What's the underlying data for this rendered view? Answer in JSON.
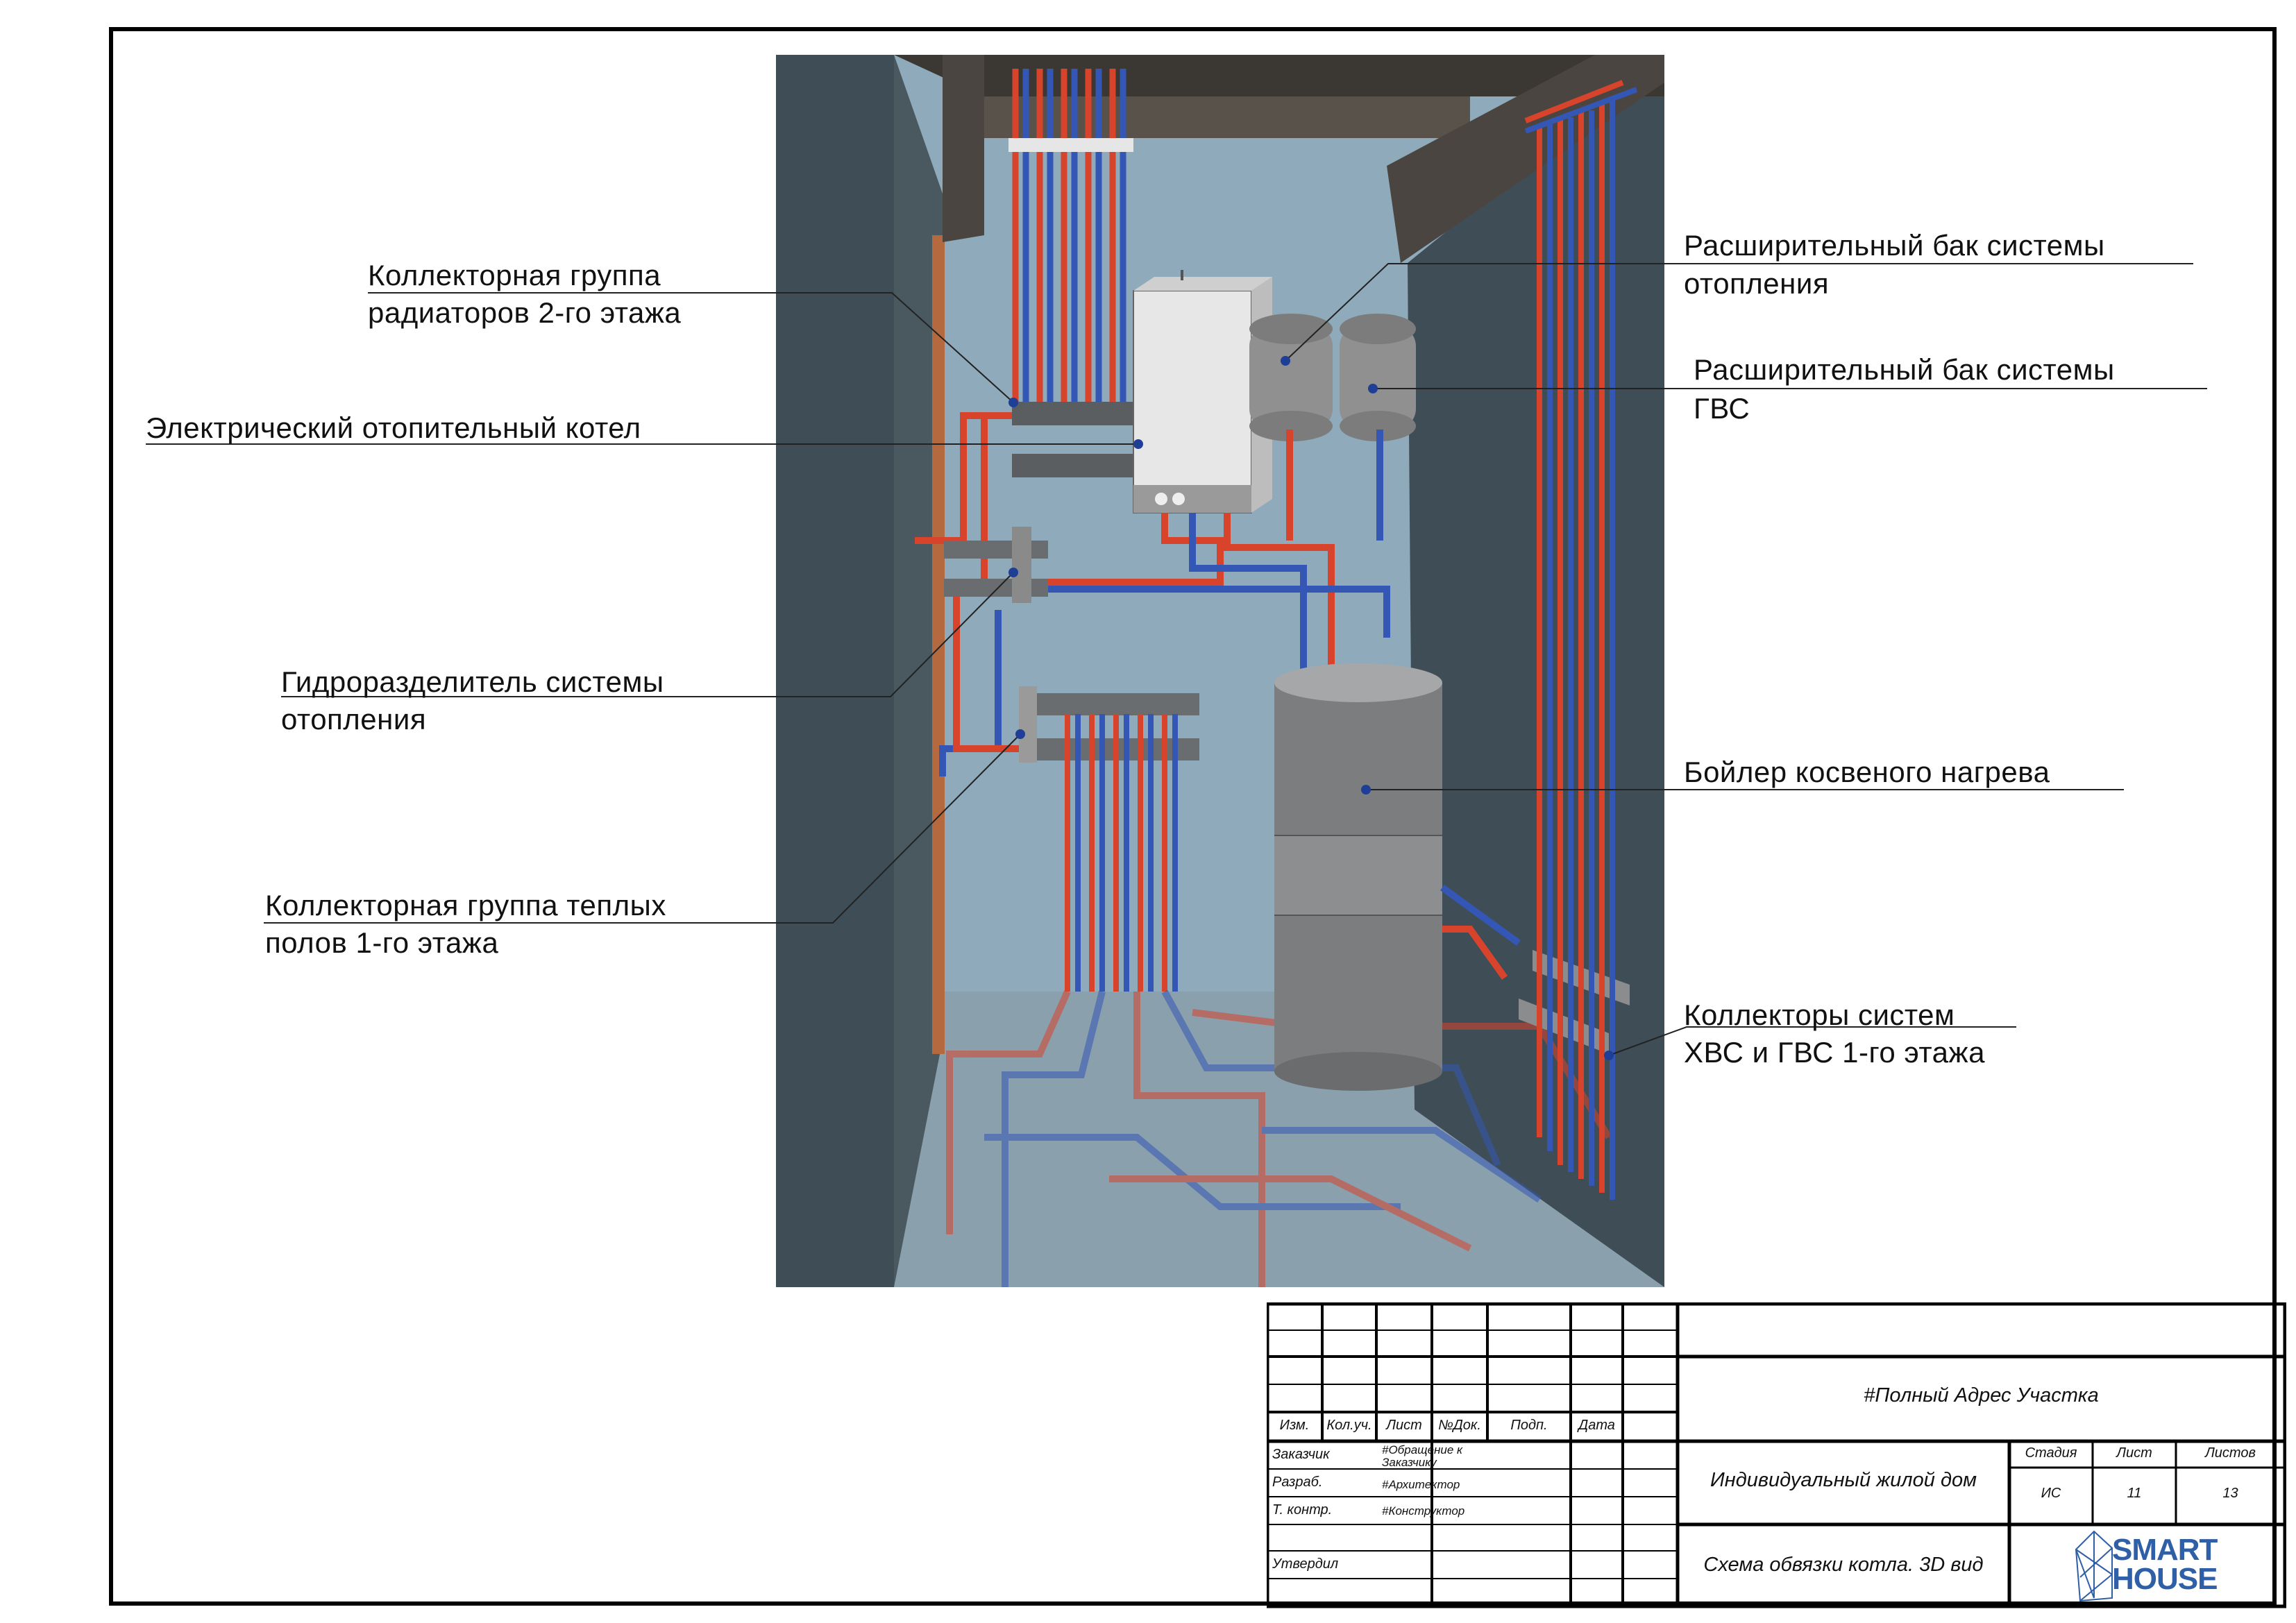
{
  "colors": {
    "hot_pipe": "#d8432b",
    "cold_pipe": "#3457b5",
    "wall": "#3f4e56",
    "back_wall": "#8faabb",
    "beam": "#4a4540",
    "logo": "#2f5fa6",
    "callout_dot": "#1e3f95"
  },
  "callouts": {
    "radiator_manifold": "Коллекторная группа радиаторов 2-го этажа",
    "radiator_manifold_line1": "Коллекторная группа",
    "radiator_manifold_line2": "радиаторов  2-го этажа",
    "electric_boiler": "Электрический отопительный котел",
    "hydro_separator_line1": "Гидроразделитель системы",
    "hydro_separator_line2": "отопления",
    "floor_manifold_line1": "Коллекторная группа теплых",
    "floor_manifold_line2": "полов 1-го этажа",
    "exp_tank_heating_line1": "Расширительный бак системы",
    "exp_tank_heating_line2": "отопления",
    "exp_tank_dhw_line1": "Расширительный бак системы",
    "exp_tank_dhw_line2": "ГВС",
    "indirect_boiler": "Бойлер косвеного нагрева",
    "water_manifolds_line1": "Коллекторы систем",
    "water_manifolds_line2": "ХВС и ГВС 1-го этажа"
  },
  "title_block": {
    "col_headers": [
      "Изм.",
      "Кол.уч.",
      "Лист",
      "№Док.",
      "Подп.",
      "Дата"
    ],
    "address": "#Полный Адрес Участка",
    "object": "Индивидуальный жилой дом",
    "sheet_title": "Схема обвязки котла. 3D вид",
    "roles": [
      "Заказчик",
      "Разраб.",
      "Т. контр.",
      "Утвердил"
    ],
    "persons": [
      "#Обращение к Заказчику",
      "#Архитектор",
      "#Конструктор"
    ],
    "person_customer_line1": "#Обращение к",
    "person_customer_line2": "Заказчику",
    "stage_label": "Стадия",
    "sheet_label": "Лист",
    "sheets_label": "Листов",
    "stage": "ИС",
    "sheet": "11",
    "sheets": "13",
    "logo_line1": "SMART",
    "logo_line2": "HOUSE"
  }
}
